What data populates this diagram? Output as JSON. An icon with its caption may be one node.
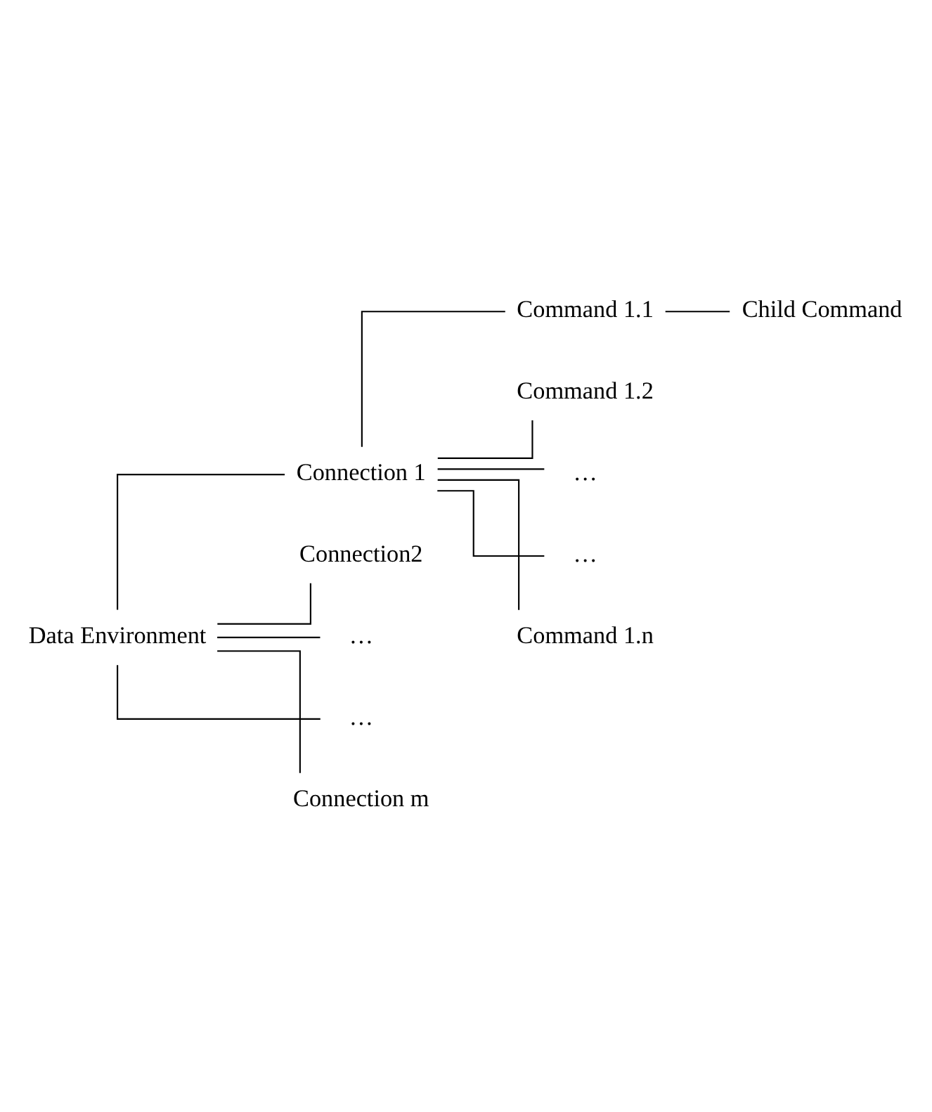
{
  "diagram": {
    "nodes": [
      {
        "text": [
          "Data Environment"
        ]
      },
      {
        "text": [
          "Connection 1"
        ]
      },
      {
        "text": [
          "Command 1.1"
        ]
      },
      {
        "text": [
          "Child Command"
        ]
      },
      {
        "text": [
          "Command 1.2"
        ]
      },
      {
        "text": [
          "…"
        ]
      },
      {
        "text": [
          "…"
        ]
      },
      {
        "text": [
          "Command 1.n"
        ]
      },
      {
        "text": [
          "Connection2"
        ]
      },
      {
        "text": [
          "…"
        ]
      },
      {
        "text": [
          "…"
        ]
      },
      {
        "text": [
          "Connection m"
        ]
      }
    ],
    "edges": [
      {
        "from": 0,
        "to": 1,
        "arrow": "none"
      },
      {
        "from": 1,
        "to": 2,
        "arrow": "none"
      },
      {
        "from": 2,
        "to": 3,
        "arrow": "none"
      },
      {
        "from": 1,
        "to": 4,
        "arrow": "none"
      },
      {
        "from": 1,
        "to": 5,
        "arrow": "none"
      },
      {
        "from": 1,
        "to": 6,
        "arrow": "none"
      },
      {
        "from": 1,
        "to": 7,
        "arrow": "none"
      },
      {
        "from": 0,
        "to": 8,
        "arrow": "none"
      },
      {
        "from": 0,
        "to": 9,
        "arrow": "none"
      },
      {
        "from": 0,
        "to": 10,
        "arrow": "none"
      },
      {
        "from": 0,
        "to": 11,
        "arrow": "none"
      }
    ]
  }
}
